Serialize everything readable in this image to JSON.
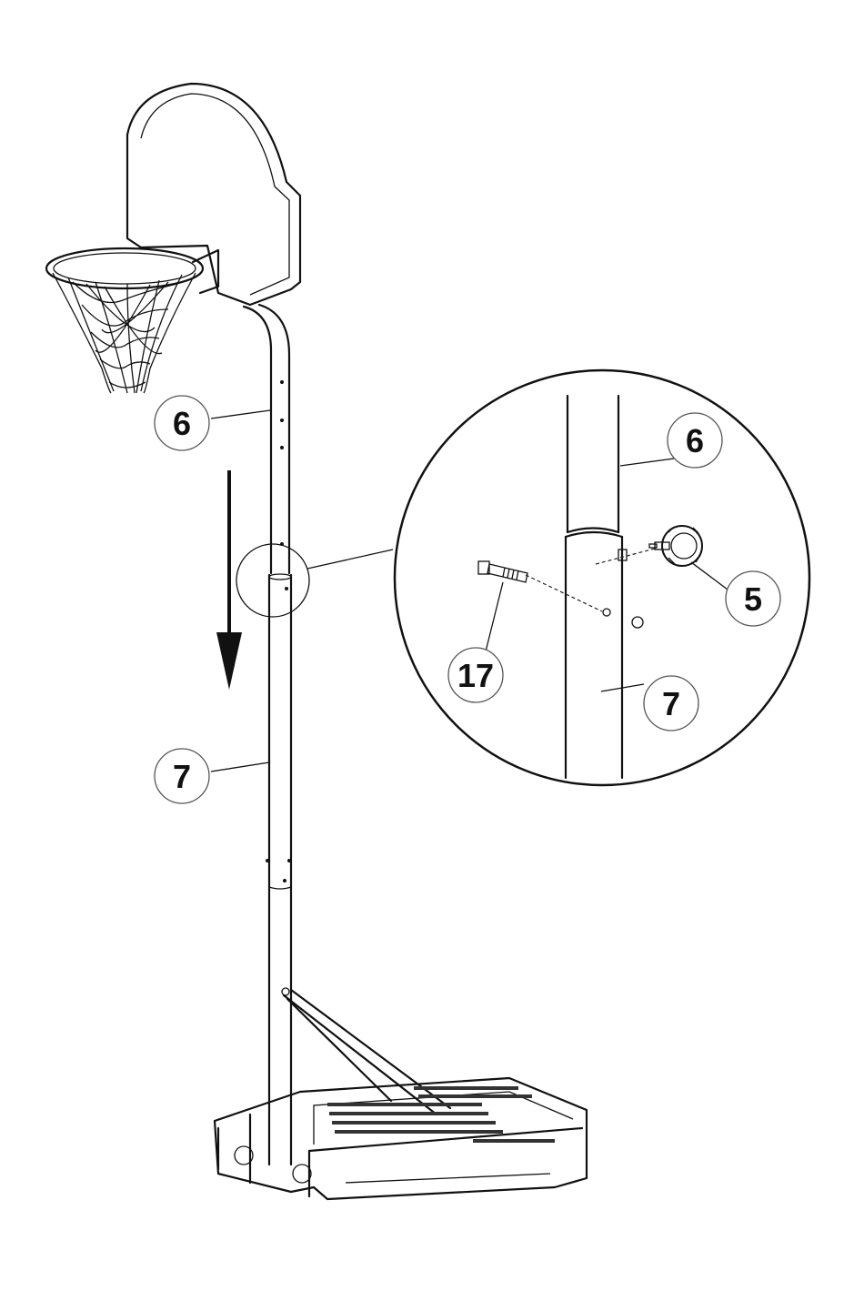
{
  "diagram": {
    "callouts": {
      "main_upper_pole": "6",
      "main_lower_pole": "7",
      "detail_upper_pole": "6",
      "detail_knob": "5",
      "detail_bolt": "17",
      "detail_lower_pole": "7"
    },
    "icons": {
      "arrow": "down-arrow-icon",
      "knob": "knob-icon",
      "bolt": "bolt-icon"
    },
    "colors": {
      "line": "#111111",
      "background": "#ffffff"
    }
  }
}
